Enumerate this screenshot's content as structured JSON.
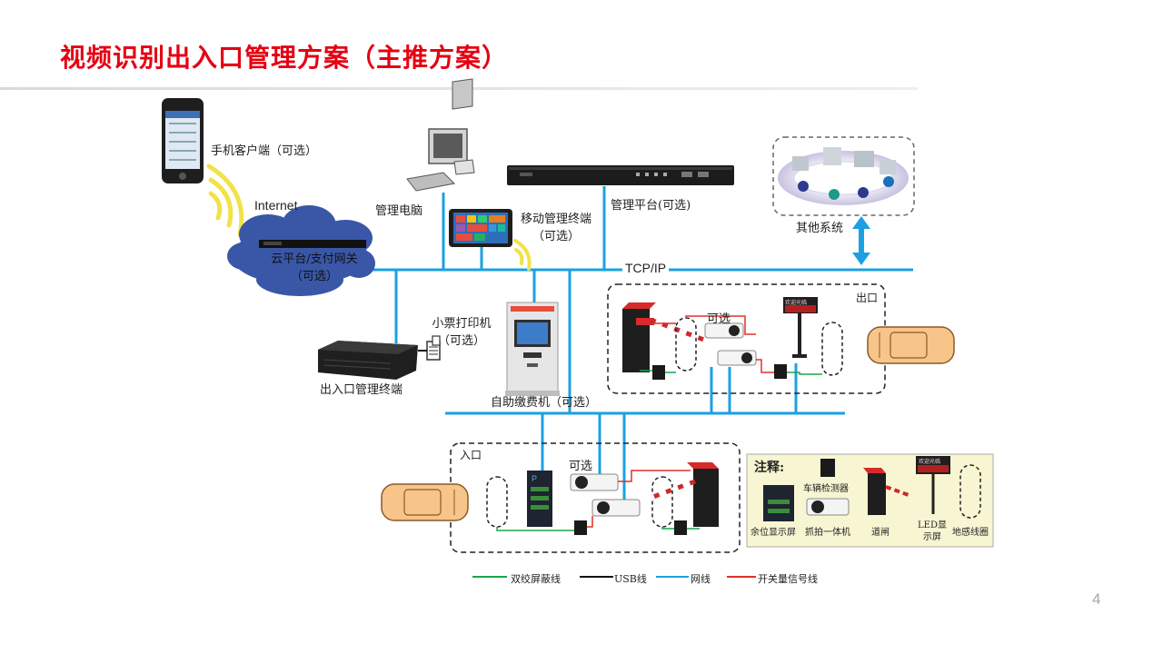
{
  "title": "视频识别出入口管理方案（主推方案）",
  "page_number": "4",
  "nodes": {
    "mobile_client": "手机客户端（可选）",
    "internet": "Internet",
    "cloud_platform_line1": "云平台/支付网关",
    "cloud_platform_line2": "（可选）",
    "management_pc": "管理电脑",
    "mobile_terminal_line1": "移动管理终端",
    "mobile_terminal_line2": "（可选）",
    "management_platform": "管理平台(可选)",
    "other_systems": "其他系统",
    "tcp_ip": "TCP/IP",
    "ticket_printer_line1": "小票打印机",
    "ticket_printer_line2": "（可选）",
    "entrance_exit_terminal": "出入口管理终端",
    "self_pay_kiosk": "自助缴费机（可选）",
    "exit_zone": "出口",
    "entrance_zone": "入口",
    "optional_exit": "可选",
    "optional_entrance": "可选",
    "led_screen_text": "欢迎光临"
  },
  "legend_box": {
    "title": "注释:",
    "items": {
      "space_display": "余位显示屏",
      "vehicle_detector": "车辆检测器",
      "capture_camera": "抓拍一体机",
      "barrier_gate": "道闸",
      "led_display_line1": "LED显",
      "led_display_line2": "示屏",
      "loop_coil": "地感线圈"
    }
  },
  "line_legend": [
    {
      "label": "双绞屏蔽线",
      "color": "#1aa64a"
    },
    {
      "label": "USB线",
      "color": "#111111"
    },
    {
      "label": "网线",
      "color": "#1ba1e2"
    },
    {
      "label": "开关量信号线",
      "color": "#e0302a"
    }
  ],
  "colors": {
    "title_red": "#e60012",
    "network_blue": "#1ba1e2",
    "cloud_blue": "#3a57a7",
    "car_orange": "#f7c48a",
    "legend_bg": "#f8f6d2"
  }
}
